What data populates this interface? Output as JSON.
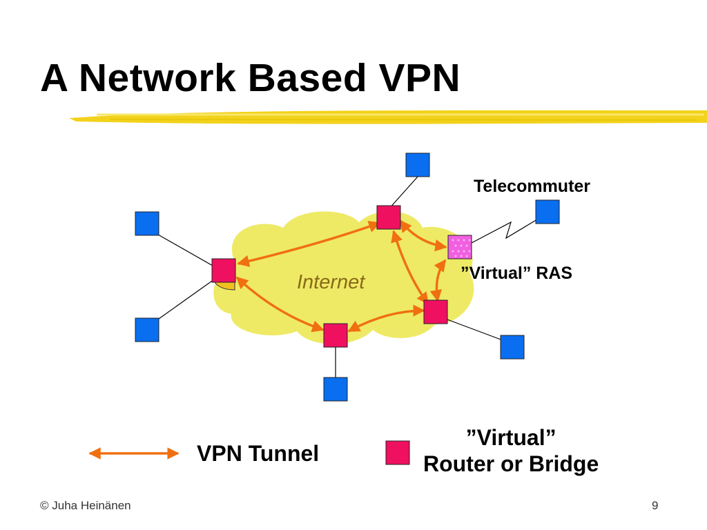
{
  "slide": {
    "title": "A Network Based VPN",
    "footer": "© Juha Heinänen",
    "page_number": "9"
  },
  "diagram": {
    "cloud_label": "Internet",
    "telecommuter_label": "Telecommuter",
    "virtual_ras_label": "”Virtual” RAS"
  },
  "legend": {
    "tunnel_label": "VPN Tunnel",
    "router_label_line1": "”Virtual”",
    "router_label_line2": "Router or Bridge"
  },
  "colors": {
    "accent_underline": "#f2d21b",
    "cloud": "#eeea66",
    "tunnel": "#f07010",
    "router": "#f01060",
    "site": "#0a6ef0",
    "ras": "#f060e0"
  }
}
